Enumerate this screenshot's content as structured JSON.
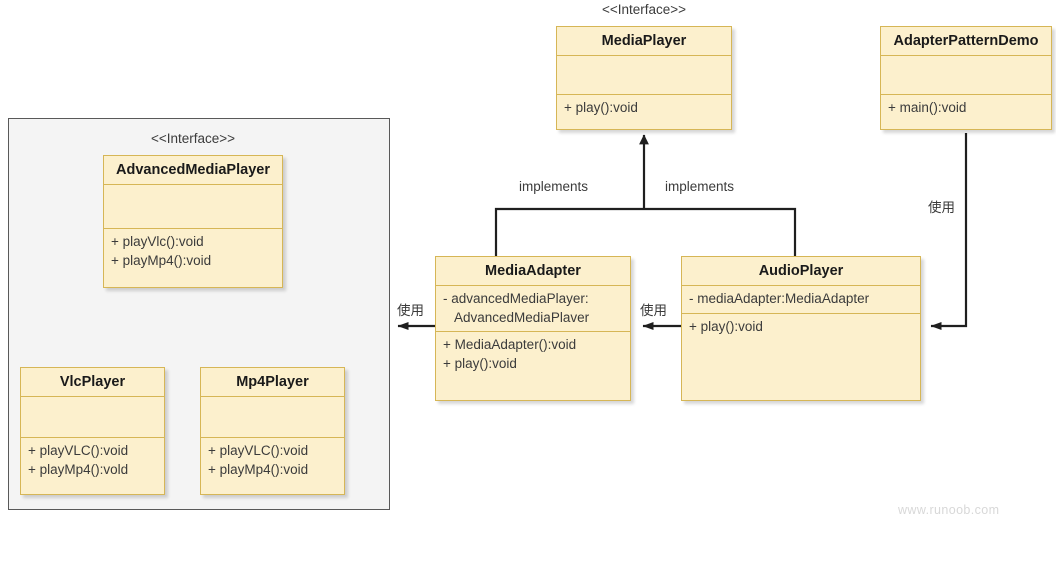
{
  "diagram": {
    "title": "Adapter Pattern UML Class Diagram",
    "watermark": "www.runoob.com",
    "colors": {
      "class_fill": "#fcf0cd",
      "class_border": "#d6b656",
      "panel_fill": "#f4f4f4",
      "panel_border": "#595959",
      "edge": "#1f1f1f",
      "text": "#3b3b3b",
      "watermark": "#d8d8d8"
    }
  },
  "stereotypes": {
    "advanced_media_player": "<<Interface>>",
    "media_player": "<<Interface>>"
  },
  "classes": {
    "advanced_media_player": {
      "name": "AdvancedMediaPlayer",
      "attributes": [],
      "operations": [
        "+ playVlc():void",
        "+ playMp4():void"
      ]
    },
    "vlc_player": {
      "name": "VlcPlayer",
      "attributes": [],
      "operations": [
        "+ playVLC():void",
        "+ playMp4():vold"
      ]
    },
    "mp4_player": {
      "name": "Mp4Player",
      "attributes": [],
      "operations": [
        "+ playVLC():void",
        "+ playMp4():void"
      ]
    },
    "media_player": {
      "name": "MediaPlayer",
      "attributes": [],
      "operations": [
        "+ play():void"
      ]
    },
    "media_adapter": {
      "name": "MediaAdapter",
      "attributes": [
        "- advancedMediaPlayer:",
        "AdvancedMediaPlaver"
      ],
      "operations": [
        "+ MediaAdapter():void",
        "+ play():void"
      ]
    },
    "audio_player": {
      "name": "AudioPlayer",
      "attributes": [
        "- mediaAdapter:MediaAdapter"
      ],
      "operations": [
        "+ play():void"
      ]
    },
    "adapter_pattern_demo": {
      "name": "AdapterPatternDemo",
      "attributes": [],
      "operations": [
        "+ main():void"
      ]
    }
  },
  "relations": {
    "implements_media_adapter": "implements",
    "implements_audio_player": "implements",
    "uses_media_adapter_to_advanced": "使用",
    "uses_audio_player_to_media_adapter": "使用",
    "uses_demo_to_audio_player": "使用"
  }
}
